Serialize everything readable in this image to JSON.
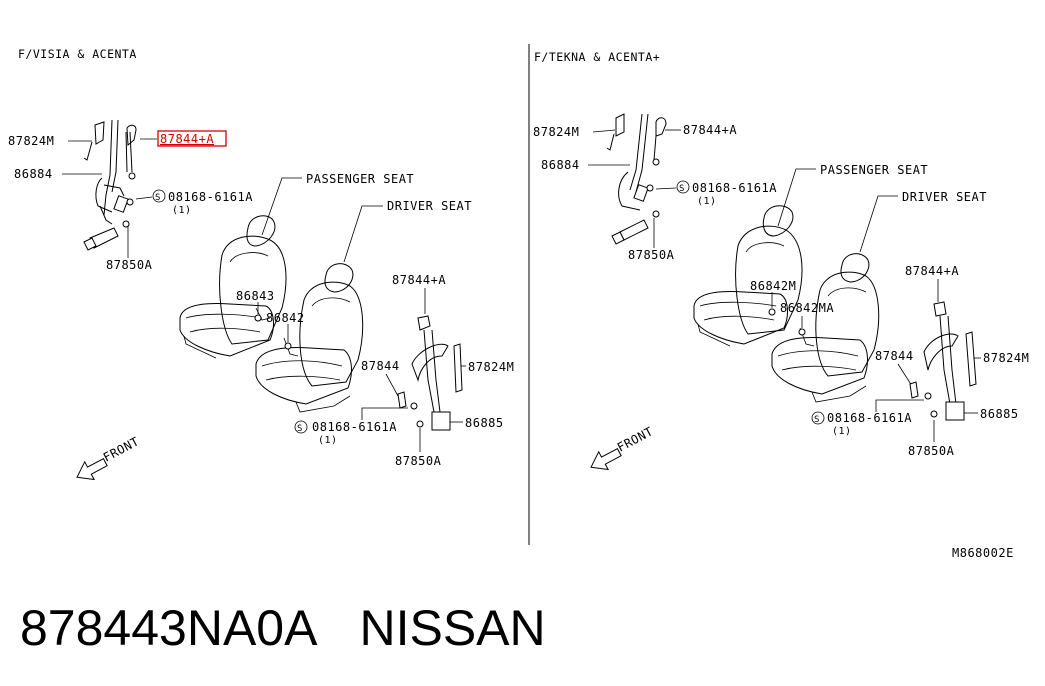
{
  "diagram": {
    "code": "M868002E",
    "left_panel": {
      "title": "F/VISIA & ACENTA",
      "labels": {
        "retractor": "87824M",
        "highlight_part": "87844+A",
        "anchor": "86884",
        "bolt": "08168-6161A",
        "bolt_qty": "(1)",
        "buckle": "87850A",
        "passenger_seat": "PASSENGER SEAT",
        "driver_seat": "DRIVER SEAT",
        "buckle_p": "86843",
        "buckle_d": "86842",
        "r_upper": "87844+A",
        "r_retractor": "87824M",
        "r_guide": "87844",
        "r_bolt": "08168-6161A",
        "r_bolt_qty": "(1)",
        "r_anchor": "86885",
        "r_buckle": "87850A",
        "front": "FRONT"
      }
    },
    "right_panel": {
      "title": "F/TEKNA & ACENTA+",
      "labels": {
        "retractor": "87824M",
        "upper": "87844+A",
        "anchor": "86884",
        "bolt": "08168-6161A",
        "bolt_qty": "(1)",
        "buckle": "87850A",
        "passenger_seat": "PASSENGER SEAT",
        "driver_seat": "DRIVER SEAT",
        "buckle_p": "86842M",
        "buckle_d": "86842MA",
        "r_upper": "87844+A",
        "r_retractor": "87824M",
        "r_guide": "87844",
        "r_bolt": "08168-6161A",
        "r_bolt_qty": "(1)",
        "r_anchor": "86885",
        "r_buckle": "87850A",
        "front": "FRONT"
      }
    },
    "screw_symbol": "S"
  },
  "caption": {
    "part_number": "878443NA0A",
    "brand": "NISSAN"
  },
  "colors": {
    "highlight": "#d40000",
    "line": "#000000"
  }
}
